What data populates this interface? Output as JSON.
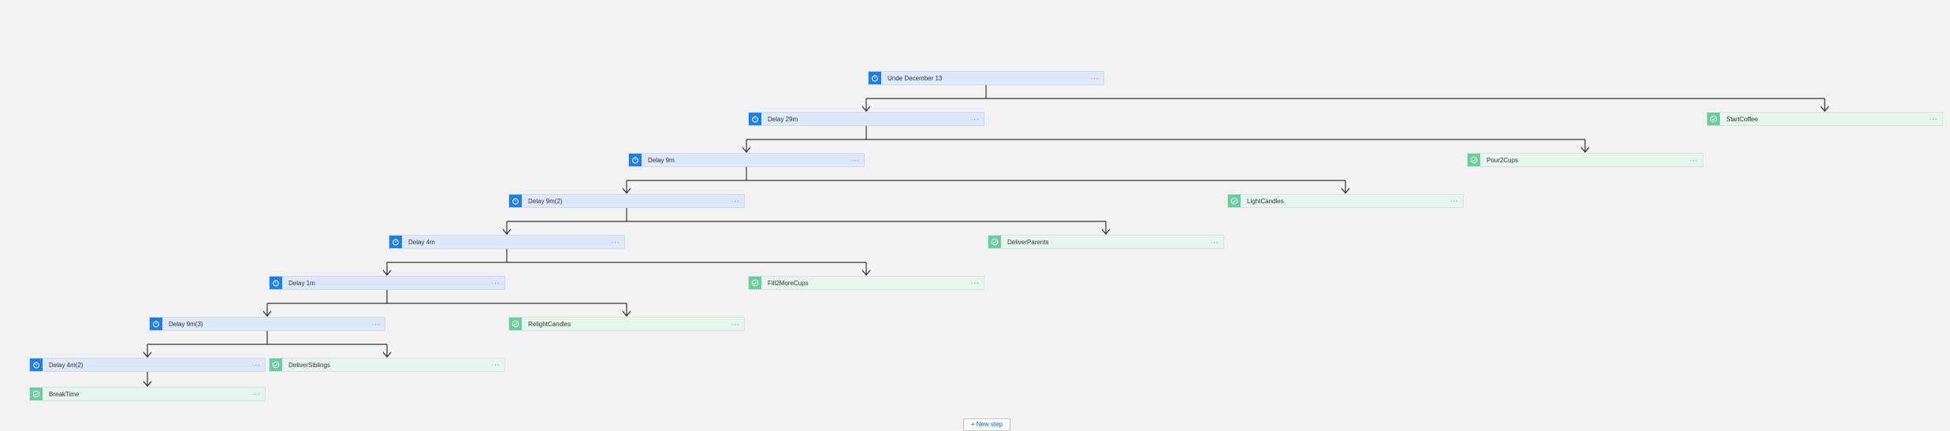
{
  "nodes": [
    {
      "id": "n0",
      "kind": "delay",
      "label": "Unde December 13",
      "icon": "stopwatch-icon"
    },
    {
      "id": "n1",
      "kind": "delay",
      "label": "Delay 29m",
      "icon": "stopwatch-icon"
    },
    {
      "id": "n2",
      "kind": "action",
      "label": "StartCoffee",
      "icon": "action-icon"
    },
    {
      "id": "n3",
      "kind": "delay",
      "label": "Delay 9m",
      "icon": "stopwatch-icon"
    },
    {
      "id": "n4",
      "kind": "action",
      "label": "Pour2Cups",
      "icon": "action-icon"
    },
    {
      "id": "n5",
      "kind": "delay",
      "label": "Delay 9m(2)",
      "icon": "stopwatch-icon"
    },
    {
      "id": "n6",
      "kind": "action",
      "label": "LightCandles",
      "icon": "action-icon"
    },
    {
      "id": "n7",
      "kind": "delay",
      "label": "Delay 4m",
      "icon": "stopwatch-icon"
    },
    {
      "id": "n8",
      "kind": "action",
      "label": "DeliverParents",
      "icon": "action-icon"
    },
    {
      "id": "n9",
      "kind": "delay",
      "label": "Delay 1m",
      "icon": "stopwatch-icon"
    },
    {
      "id": "n10",
      "kind": "action",
      "label": "Fill2MoreCups",
      "icon": "action-icon"
    },
    {
      "id": "n11",
      "kind": "delay",
      "label": "Delay 9m(3)",
      "icon": "stopwatch-icon"
    },
    {
      "id": "n12",
      "kind": "action",
      "label": "RelightCandles",
      "icon": "action-icon"
    },
    {
      "id": "n13",
      "kind": "delay",
      "label": "Delay 4m(2)",
      "icon": "stopwatch-icon"
    },
    {
      "id": "n14",
      "kind": "action",
      "label": "DeliverSiblings",
      "icon": "action-icon"
    },
    {
      "id": "n15",
      "kind": "action",
      "label": "BreakTime",
      "icon": "action-icon"
    }
  ],
  "more_label": "···",
  "new_step_label": "+ New step",
  "colors": {
    "delay_bg": "#dde9f8",
    "delay_icon": "#1f7de3",
    "action_bg": "#e6f6ef",
    "action_icon": "#6ccba0",
    "connector": "#333333"
  }
}
